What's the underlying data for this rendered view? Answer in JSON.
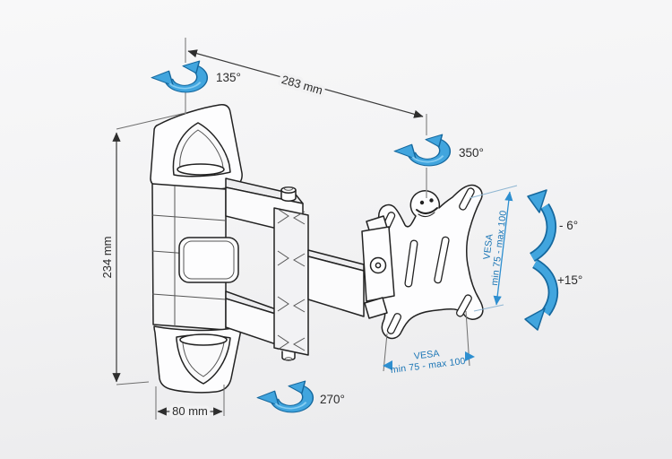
{
  "diagram": {
    "dimensions": {
      "width": "283 mm",
      "height": "234 mm",
      "depth": "80 mm"
    },
    "angles": {
      "swivel_wall": "135°",
      "swivel_plate": "350°",
      "swivel_arm": "270°",
      "tilt_up": "- 6°",
      "tilt_down": "+15°"
    },
    "vesa": {
      "label": "VESA",
      "range": "min 75 - max 100"
    },
    "colors": {
      "arrow_blue": "#41a5de",
      "arrow_blue_dark": "#15689e",
      "arrow_blue_highlight": "#8ed2f4",
      "vesa_text_blue": "#1a75b5",
      "line_dark": "#222222",
      "background": "#f2f2f3"
    },
    "icons": [
      "rotation-arrow-135",
      "rotation-arrow-350",
      "rotation-arrow-270",
      "tilt-arrow-up",
      "tilt-arrow-down"
    ]
  }
}
